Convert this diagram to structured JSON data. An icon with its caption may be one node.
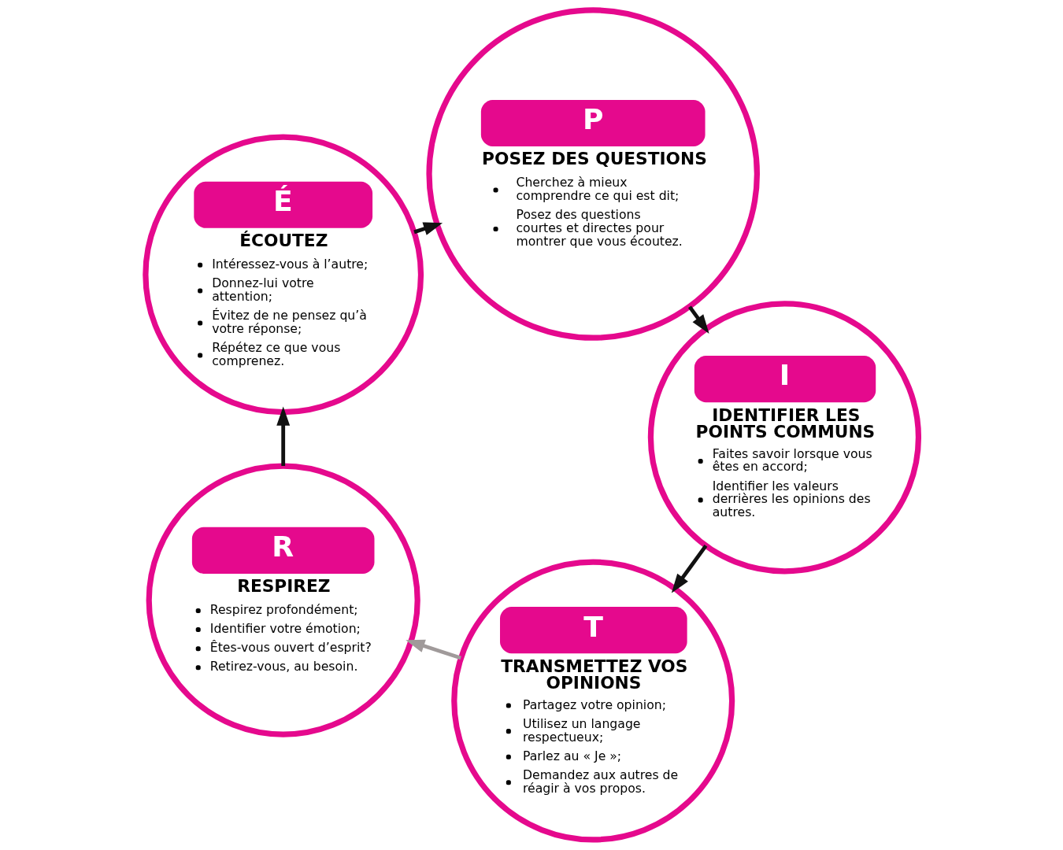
{
  "diagram": {
    "nodes": [
      {
        "text": [
          "R",
          "RESPIREZ",
          "Respirez profondément;",
          "Identifier votre émotion;",
          "Êtes-vous ouvert d’esprit?",
          "Retirez-vous, au besoin."
        ]
      },
      {
        "text": [
          "É",
          "ÉCOUTEZ",
          "Intéressez-vous à l’autre;",
          "Donnez-lui votre attention;",
          "Évitez de ne pensez qu’à votre réponse;",
          "Répétez ce que vous comprenez."
        ]
      },
      {
        "text": [
          "P",
          "POSEZ DES QUESTIONS",
          "Cherchez à mieux comprendre ce qui est dit;",
          "Posez des questions courtes et directes pour montrer que vous écoutez."
        ]
      },
      {
        "text": [
          "I",
          "IDENTIFIER LES POINTS COMMUNS",
          "Faites savoir lorsque vous êtes en accord;",
          "Identifier les valeurs derrières les opinions des autres."
        ]
      },
      {
        "text": [
          "T",
          "TRANSMETTEZ VOS OPINIONS",
          "Partagez votre opinion;",
          "Utilisez un langage respectueux;",
          "Parlez au « Je »;",
          "Demandez aux autres de réagir à vos propos."
        ]
      }
    ],
    "edges": [
      {
        "from": 0,
        "to": 1,
        "arrow": "to"
      },
      {
        "from": 1,
        "to": 2,
        "arrow": "to"
      },
      {
        "from": 2,
        "to": 3,
        "arrow": "to"
      },
      {
        "from": 3,
        "to": 4,
        "arrow": "to"
      },
      {
        "from": 4,
        "to": 0,
        "arrow": "to",
        "color": "#a09a9a"
      }
    ]
  }
}
